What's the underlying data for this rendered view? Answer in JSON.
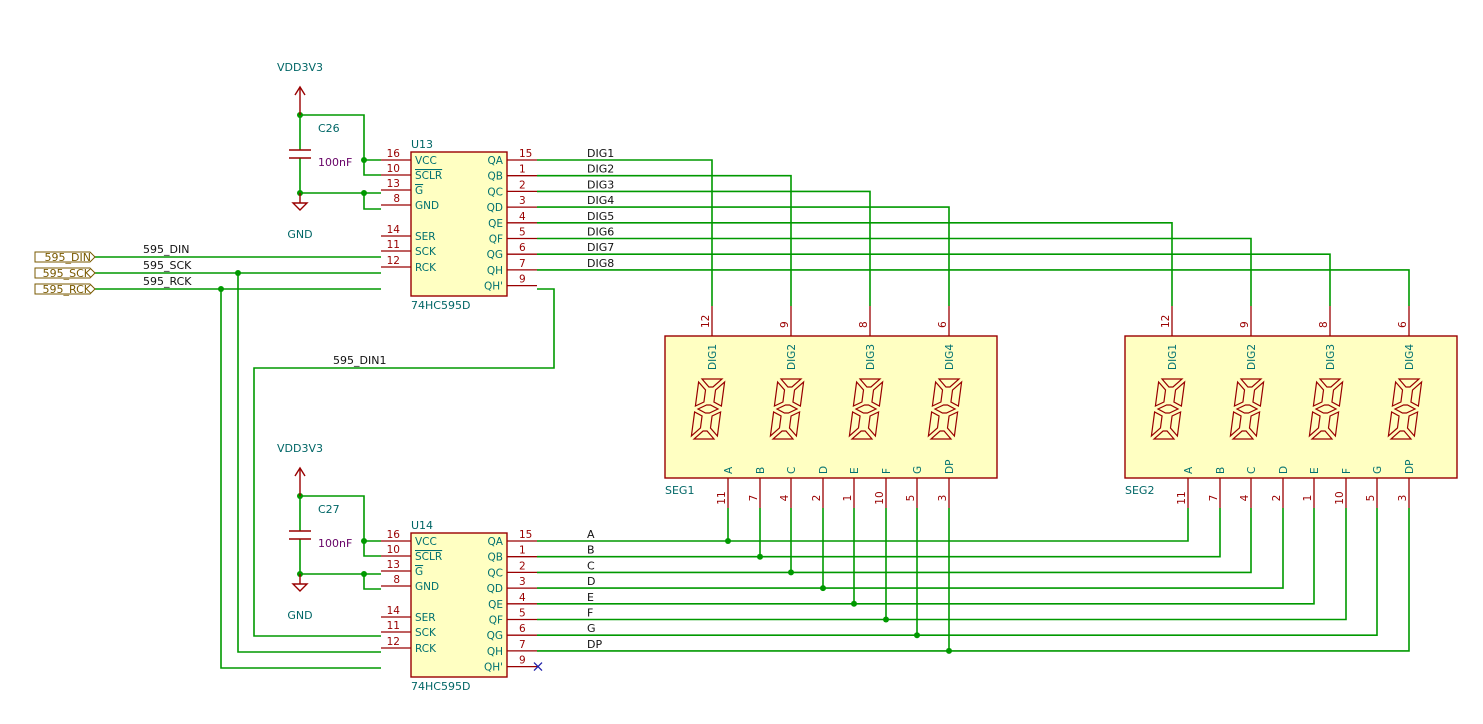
{
  "colors": {
    "wire": "#009900",
    "component_outline": "#990000",
    "component_fill": "#ffffc2",
    "pin_name": "#007070",
    "global_label": "#7a5a00"
  },
  "power": {
    "vdd": "VDD3V3",
    "gnd": "GND"
  },
  "capacitors": [
    {
      "ref": "C26",
      "value": "100nF"
    },
    {
      "ref": "C27",
      "value": "100nF"
    }
  ],
  "shift_registers": [
    {
      "ref": "U13",
      "part": "74HC595D",
      "left_pins": [
        {
          "num": "16",
          "name": "VCC"
        },
        {
          "num": "10",
          "name": "SCLR"
        },
        {
          "num": "13",
          "name": "G"
        },
        {
          "num": "8",
          "name": "GND"
        },
        {
          "num": "14",
          "name": "SER"
        },
        {
          "num": "11",
          "name": "SCK"
        },
        {
          "num": "12",
          "name": "RCK"
        }
      ],
      "right_pins": [
        {
          "num": "15",
          "name": "QA"
        },
        {
          "num": "1",
          "name": "QB"
        },
        {
          "num": "2",
          "name": "QC"
        },
        {
          "num": "3",
          "name": "QD"
        },
        {
          "num": "4",
          "name": "QE"
        },
        {
          "num": "5",
          "name": "QF"
        },
        {
          "num": "6",
          "name": "QG"
        },
        {
          "num": "7",
          "name": "QH"
        },
        {
          "num": "9",
          "name": "QH'"
        }
      ],
      "output_nets": [
        "DIG1",
        "DIG2",
        "DIG3",
        "DIG4",
        "DIG5",
        "DIG6",
        "DIG7",
        "DIG8"
      ]
    },
    {
      "ref": "U14",
      "part": "74HC595D",
      "left_pins": [
        {
          "num": "16",
          "name": "VCC"
        },
        {
          "num": "10",
          "name": "SCLR"
        },
        {
          "num": "13",
          "name": "G"
        },
        {
          "num": "8",
          "name": "GND"
        },
        {
          "num": "14",
          "name": "SER"
        },
        {
          "num": "11",
          "name": "SCK"
        },
        {
          "num": "12",
          "name": "RCK"
        }
      ],
      "right_pins": [
        {
          "num": "15",
          "name": "QA"
        },
        {
          "num": "1",
          "name": "QB"
        },
        {
          "num": "2",
          "name": "QC"
        },
        {
          "num": "3",
          "name": "QD"
        },
        {
          "num": "4",
          "name": "QE"
        },
        {
          "num": "5",
          "name": "QF"
        },
        {
          "num": "6",
          "name": "QG"
        },
        {
          "num": "7",
          "name": "QH"
        },
        {
          "num": "9",
          "name": "QH'"
        }
      ],
      "output_nets": [
        "A",
        "B",
        "C",
        "D",
        "E",
        "F",
        "G",
        "DP"
      ]
    }
  ],
  "global_labels": [
    "595_DIN",
    "595_SCK",
    "595_RCK"
  ],
  "input_nets": [
    "595_DIN",
    "595_SCK",
    "595_RCK"
  ],
  "chain_net": "595_DIN1",
  "displays": [
    {
      "ref": "SEG1",
      "top_pins": [
        {
          "num": "12",
          "name": "DIG1"
        },
        {
          "num": "9",
          "name": "DIG2"
        },
        {
          "num": "8",
          "name": "DIG3"
        },
        {
          "num": "6",
          "name": "DIG4"
        }
      ],
      "bottom_pins": [
        {
          "num": "11",
          "name": "A"
        },
        {
          "num": "7",
          "name": "B"
        },
        {
          "num": "4",
          "name": "C"
        },
        {
          "num": "2",
          "name": "D"
        },
        {
          "num": "1",
          "name": "E"
        },
        {
          "num": "10",
          "name": "F"
        },
        {
          "num": "5",
          "name": "G"
        },
        {
          "num": "3",
          "name": "DP"
        }
      ]
    },
    {
      "ref": "SEG2",
      "top_pins": [
        {
          "num": "12",
          "name": "DIG1"
        },
        {
          "num": "9",
          "name": "DIG2"
        },
        {
          "num": "8",
          "name": "DIG3"
        },
        {
          "num": "6",
          "name": "DIG4"
        }
      ],
      "bottom_pins": [
        {
          "num": "11",
          "name": "A"
        },
        {
          "num": "7",
          "name": "B"
        },
        {
          "num": "4",
          "name": "C"
        },
        {
          "num": "2",
          "name": "D"
        },
        {
          "num": "1",
          "name": "E"
        },
        {
          "num": "10",
          "name": "F"
        },
        {
          "num": "5",
          "name": "G"
        },
        {
          "num": "3",
          "name": "DP"
        }
      ]
    }
  ]
}
